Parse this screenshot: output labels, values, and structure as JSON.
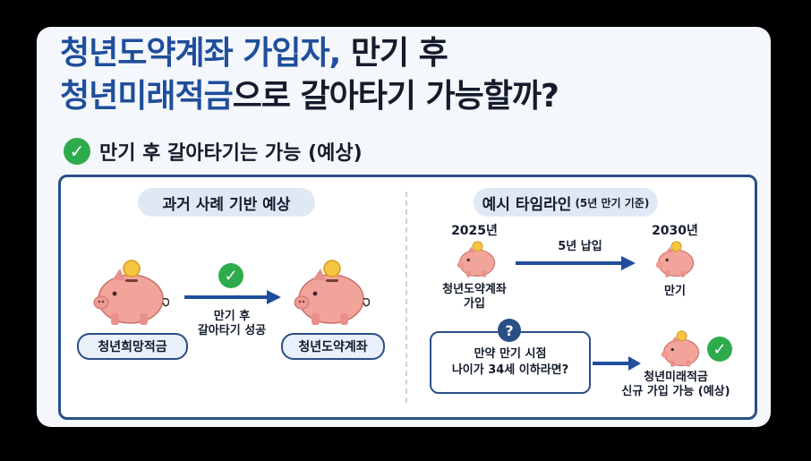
{
  "title": {
    "line1_blue": "청년도약계좌 가입자,",
    "line1_dark": " 만기 후",
    "line2_blue": "청년미래적금",
    "line2_dark": "으로 갈아타기 가능할까?"
  },
  "subtitle": "만기 후 갈아타기는 가능 (예상)",
  "left": {
    "heading": "과거 사례 기반 예상",
    "from_label": "청년희망적금",
    "to_label": "청년도약계좌",
    "arrow_text_1": "만기 후",
    "arrow_text_2": "갈아타기 성공"
  },
  "right": {
    "heading": "예시 타임라인",
    "heading_small": "(5년 만기 기준)",
    "start_year": "2025년",
    "end_year": "2030년",
    "arrow_text": "5년 납입",
    "start_label_1": "청년도약계좌",
    "start_label_2": "가입",
    "end_label": "만기",
    "question_1": "만약 만기 시점",
    "question_2": "나이가 34세 이하라면?",
    "result_1": "청년미래적금",
    "result_2": "신규 가입 가능 (예상)"
  },
  "colors": {
    "accent_blue": "#1f4e9c",
    "navy": "#2a4f87",
    "check_green": "#2eab4c",
    "pig_pink": "#f2a49b",
    "coin_gold": "#f5c542"
  },
  "icons": [
    "check-circle-icon",
    "piggy-bank-icon",
    "coin-icon",
    "arrow-right-icon",
    "question-icon"
  ]
}
